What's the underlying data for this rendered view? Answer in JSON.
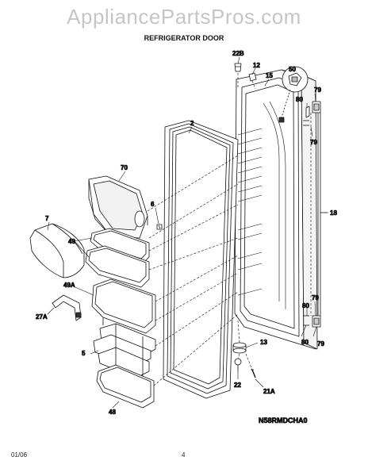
{
  "watermark": "AppliancePartsPros.com",
  "title": "REFRIGERATOR DOOR",
  "diagram_code": "N58RMDCHA0",
  "footer": {
    "date": "01/06",
    "page": "4"
  },
  "callouts": {
    "c22b": "22B",
    "c12": "12",
    "c15": "15",
    "c50": "50",
    "c79a": "79",
    "c80a": "80",
    "c79b": "79",
    "c2": "2",
    "c70": "70",
    "c6": "6",
    "c7": "7",
    "c49": "49",
    "c18": "18",
    "c49a": "49A",
    "c27a": "27A",
    "c79c": "79",
    "c80b": "80",
    "c80c": "80",
    "c79d": "79",
    "c13": "13",
    "c5": "5",
    "c22": "22",
    "c21a": "21A",
    "c48": "48"
  }
}
